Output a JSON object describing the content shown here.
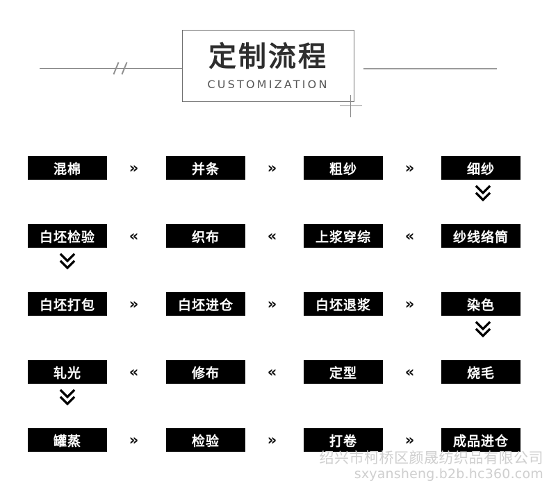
{
  "header": {
    "title_cn": "定制流程",
    "title_en": "CUSTOMIZATION"
  },
  "flow": {
    "arrow_right": "»",
    "arrow_left": "«",
    "rows": [
      {
        "direction": "right",
        "cells": [
          "混棉",
          "并条",
          "粗纱",
          "细纱"
        ],
        "arrows": [
          "»",
          "»",
          "»"
        ],
        "connector": "right"
      },
      {
        "direction": "left",
        "cells": [
          "白坯检验",
          "织布",
          "上浆穿综",
          "纱线络筒"
        ],
        "arrows": [
          "«",
          "«",
          "«"
        ],
        "connector": "left"
      },
      {
        "direction": "right",
        "cells": [
          "白坯打包",
          "白坯进仓",
          "白坯退浆",
          "染色"
        ],
        "arrows": [
          "»",
          "»",
          "»"
        ],
        "connector": "right"
      },
      {
        "direction": "left",
        "cells": [
          "轧光",
          "修布",
          "定型",
          "烧毛"
        ],
        "arrows": [
          "«",
          "«",
          "«"
        ],
        "connector": "left"
      },
      {
        "direction": "right",
        "cells": [
          "罐蒸",
          "检验",
          "打卷",
          "成品进仓"
        ],
        "arrows": [
          "»",
          "»",
          "»"
        ],
        "connector": "none"
      }
    ]
  },
  "watermark": {
    "company": "绍兴市柯桥区颜晟纺织品有限公司",
    "url": "sxyansheng.b2b.hc360.com"
  },
  "colors": {
    "cell_bg": "#000000",
    "cell_text": "#ffffff",
    "rule": "#7a7a7a",
    "title_text": "#2e2e2e",
    "watermark": "#cfcfcf"
  }
}
